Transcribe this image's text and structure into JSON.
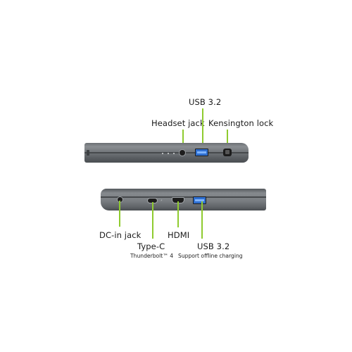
{
  "labels": {
    "usb_top": "USB 3.2",
    "headset": "Headset jack",
    "kensington": "Kensington lock",
    "dc_in": "DC-in jack",
    "type_c": "Type-C",
    "type_c_sub": "Thunderbolt™ 4",
    "hdmi": "HDMI",
    "usb_bottom": "USB 3.2",
    "usb_bottom_sub": "Support offline charging"
  },
  "colors": {
    "leader": "#8fcb2f",
    "usb_port": "#2f6fd0",
    "chassis": "#6e7276"
  }
}
